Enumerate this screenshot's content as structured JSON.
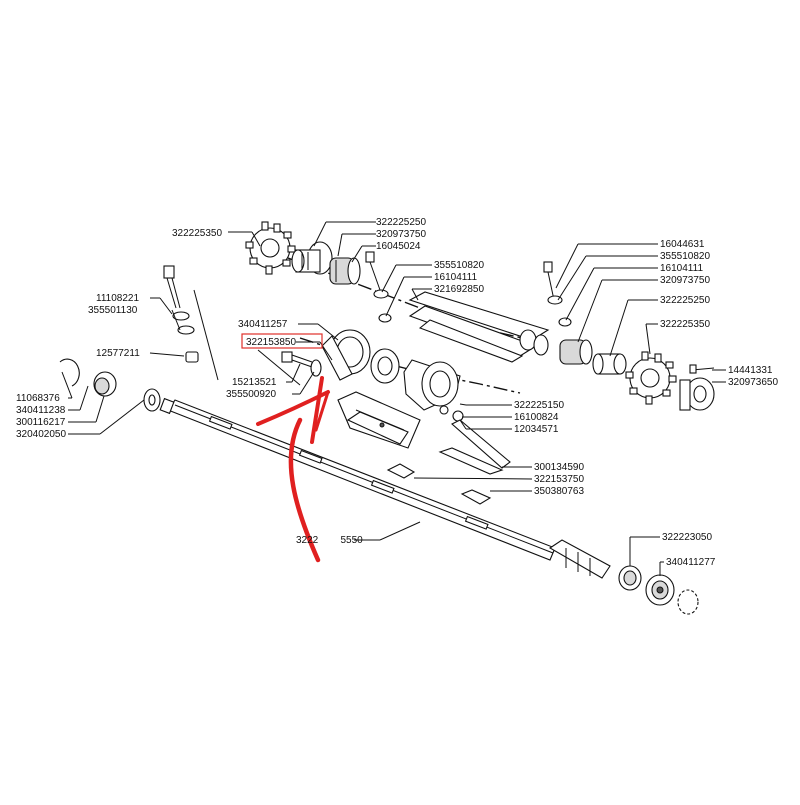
{
  "diagram": {
    "labels": {
      "l_322225350_top": "322225350",
      "l_322225250_top": "322225250",
      "l_320973750_top": "320973750",
      "l_16045024": "16045024",
      "l_355510820_mid": "355510820",
      "l_16104111_mid": "16104111",
      "l_321692850": "321692850",
      "l_16044631": "16044631",
      "l_355510820_right": "355510820",
      "l_16104111_right": "16104111",
      "l_320973750_right": "320973750",
      "l_322225250_right": "322225250",
      "l_322225350_right": "322225350",
      "l_14441331": "14441331",
      "l_320973650": "320973650",
      "l_11108221": "11108221",
      "l_355501130": "355501130",
      "l_340411257_top": "340411257",
      "l_322153850": "322153850",
      "l_12577211": "12577211",
      "l_15213521": "15213521",
      "l_355500920": "355500920",
      "l_11068376": "11068376",
      "l_340411238": "340411238",
      "l_300116217": "300116217",
      "l_320402050": "320402050",
      "l_322225150": "322225150",
      "l_16100824": "16100824",
      "l_12034571": "12034571",
      "l_300134590": "300134590",
      "l_322153750": "322153750",
      "l_350380763": "350380763",
      "l_322225550": "3222        5550",
      "l_322223050": "322223050",
      "l_340411277": "340411277"
    },
    "highlight": {
      "label": "322153850",
      "color": "#e0302a"
    },
    "arrow": {
      "color": "#e02020"
    }
  }
}
